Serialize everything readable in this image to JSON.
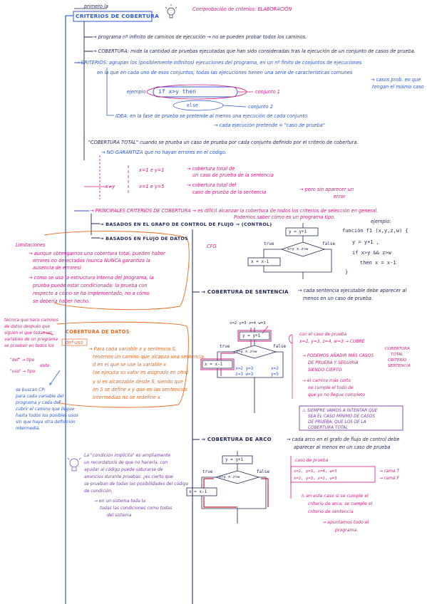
{
  "header": {
    "pre": "primero la",
    "title": "Comprobación de criterios: ELABORACIÓN",
    "criteria": "CRITERIOS DE COBERTURA"
  },
  "intro": {
    "line1": "→ programa nº infinito de caminos de ejecución → no se pueden probar todos los caminos.",
    "line2": "→ COBERTURA: mide la cantidad de pruebas ejecutadas que han sido consideradas tras la ejecución de un conjunto de casos de prueba."
  },
  "criterios_def": {
    "line1": "→ CRITERIOS: agrupan los (posiblemente infinitos) ejecuciones del programa, en un nº finito de conjuntos de ejecuciones",
    "line2": "en la que en cada uno de esos conjuntos, todas las ejecuciones tienen una serie de características comunes",
    "side1": "→ casos prob. en que",
    "side2": "tengan el mismo caso",
    "example_label": "ejemplo",
    "if_text": "if   x>y  then",
    "else_text": "else",
    "conj1": "conjunto 1",
    "conj2": "conjunto 2",
    "idea": "IDEA: en la fase de prueba se pretende al menos una ejecución de cada conjunto.",
    "idea_sub": "→ cada ejecución pretende = \"caso de prueba\""
  },
  "cobertura_total": {
    "line1": "\"COBERTURA TOTAL\" cuando se prueba un caso de prueba por cada conjunto definido por el criterio de cobertura.",
    "no_garantiza": "→ NO GARANTIZA que no hayan errores en el código.",
    "case1": "x=1 e y=1",
    "case1_res1": "→ cobertura total de",
    "case1_res2": "un caso de prueba de la sentencia",
    "case2_prefix": "x≠y",
    "case2": "x=1 e y=5",
    "case2_res1": "→ cobertura total del",
    "case2_res2": "caso de prueba de la sentencia",
    "case2_res3": "→ pero sin aparecer un",
    "case2_res4": "error"
  },
  "principales": {
    "line1": "→ PRINCIPALES CRITERIOS DE COBERTURA → es difícil alcanzar la cobertura de todos los criterios de selección en general.",
    "line2": "Podemos saber cómo es un programa tipo.",
    "basados_flujo": "→ BASADOS EN EL GRAFO DE CONTROL DE FLUJO → (CONTROL)",
    "basados_datos": "→ BASADOS EN FLUJO DE DATOS",
    "cfg": "CFG"
  },
  "code_example": {
    "title": "ejemplo:",
    "l1": "función  f1 (x,y,z,w) {",
    "l2": "y = y+1 ,",
    "l3": "if  x>y && z>w",
    "l4": "then x = x-1",
    "l5": "}"
  },
  "diagrams": {
    "assign": "y = y+1",
    "cond": "x>y ∧ z>w",
    "true": "true",
    "false": "false",
    "then": "x = x-1",
    "d2_vals1": "x=2  y=3",
    "d2_vals2": "z=3  w=3",
    "d2_vals3": "x=2",
    "d2_vals4": "y=5"
  },
  "limitaciones": {
    "title": "Limitaciones",
    "l1": "→ aunque obtengamos una cobertura total, pueden haber",
    "l2": "errores no detectados (nunca NUNCA garantiza la",
    "l3": "ausencia de errores)",
    "l4": "→ como se usa la estructura interna del programa, la",
    "l5": "prueba puede estar condicionada: la prueba con",
    "l6": "respecto a cómo se ha implementado, no a cómo",
    "l7": "se debería haber hecho."
  },
  "flujo_datos": {
    "side1": "técnica que hace caminos",
    "side2": "de datos después que",
    "side3": "siguen el que todas las",
    "side4": "variables de un programa",
    "side5": "se prueban en todos los",
    "side6": "\"def\" → tipo",
    "side7": "dato",
    "side8": "\"uso\" → tipo",
    "cob_def_uso": "COBERTURA DE DATOS",
    "def_uso": "def-uso",
    "t1": "→ Para cada variable x y sentencia S,",
    "t2": "tenemos un camino que alcanza una sentencia",
    "t3": "d en el que se use la variable x",
    "t4": "(se ejecuta su valor es asignado en otra)",
    "t5": "y si es alcanzable desde S, siendo que",
    "t6": "en S se define x y que en las sentencias",
    "t7": "intermedias no se redefine x.",
    "ej1": "se buscan CP:",
    "ej2": "para cada variable del",
    "ej3": "programa y cada def.",
    "ej4": "cubrir el camino que llegue",
    "ej5": "hasta todos los posibles usos",
    "ej6": "sin que haya otra definición",
    "ej7": "intermedia."
  },
  "sentencia": {
    "title": "→ COBERTURA DE SENTENCIA",
    "desc1": "→ cada sentencia ejecutable debe aparecer al",
    "desc2": "menos en un caso de prueba.",
    "vals": "x=2  y=3  z=4  w=3",
    "n1": "con el caso de prueba",
    "n2": "x=2, y=3, z=4, w=3 → CUBRE",
    "n3": "COBERTURA",
    "n4": "TOTAL",
    "n5": "CRITERIO",
    "n6": "SENTENCIA",
    "n7": "→ PODEMOS AÑADIR MÁS CASOS",
    "n8": "DE PRUEBA Y SEGUIRÍA",
    "n9": "SIENDO CIERTO.",
    "n10": "→ el camino más corto",
    "n11": "no cumple el todo de",
    "n12": "que yo no llegue completo",
    "warn1": "⚠ SIEMPRE VAMOS A INTENTAR QUE",
    "warn2": "SEA EL CASO MÍNIMO DE CASOS",
    "warn3": "DE PRUEBA, QUE LOS DE LA",
    "warn4": "COBERTURA TOTAL"
  },
  "arco": {
    "title": "→ COBERTURA DE ARCO",
    "desc1": "→ cada arco en el grafo de flujo de control debe",
    "desc2": "aparecer al menos en un caso de prueba",
    "n1": "caso de prueba",
    "cp1": "x=2, y=3, z=4, w=3",
    "cp1_res": "→ rama T",
    "cp2": "x=2, y=3, z=2, w=3",
    "cp2_res": "→ rama F",
    "n2": "⚠ en este caso si se cumple el",
    "n3": "criterio de arco, se cumple el",
    "n4": "criterio de sentencia",
    "n5": "→ apuntamos todo el",
    "n6": "programa."
  },
  "condicion": {
    "l1": "La \"condición implícita\" es ampliamente",
    "l2": "un recordatorio de que no hacerla, con",
    "l3": "ayudar al código puede saturarse de",
    "l4": "anuncios durante pruebas: ¿es cierto que",
    "l5": "se prueban de todas las posibilidades del código",
    "l6": "de condición.",
    "l7": "→ en un sistema toda la",
    "l8": "todas las condiciones como todas",
    "l9": "del sistema"
  },
  "ink_colors": {
    "navy": "#1c2555",
    "blue": "#2a56d6",
    "pink": "#d6187e",
    "orange": "#e8681d",
    "purple": "#7a3aa8",
    "red": "#c8202a"
  }
}
